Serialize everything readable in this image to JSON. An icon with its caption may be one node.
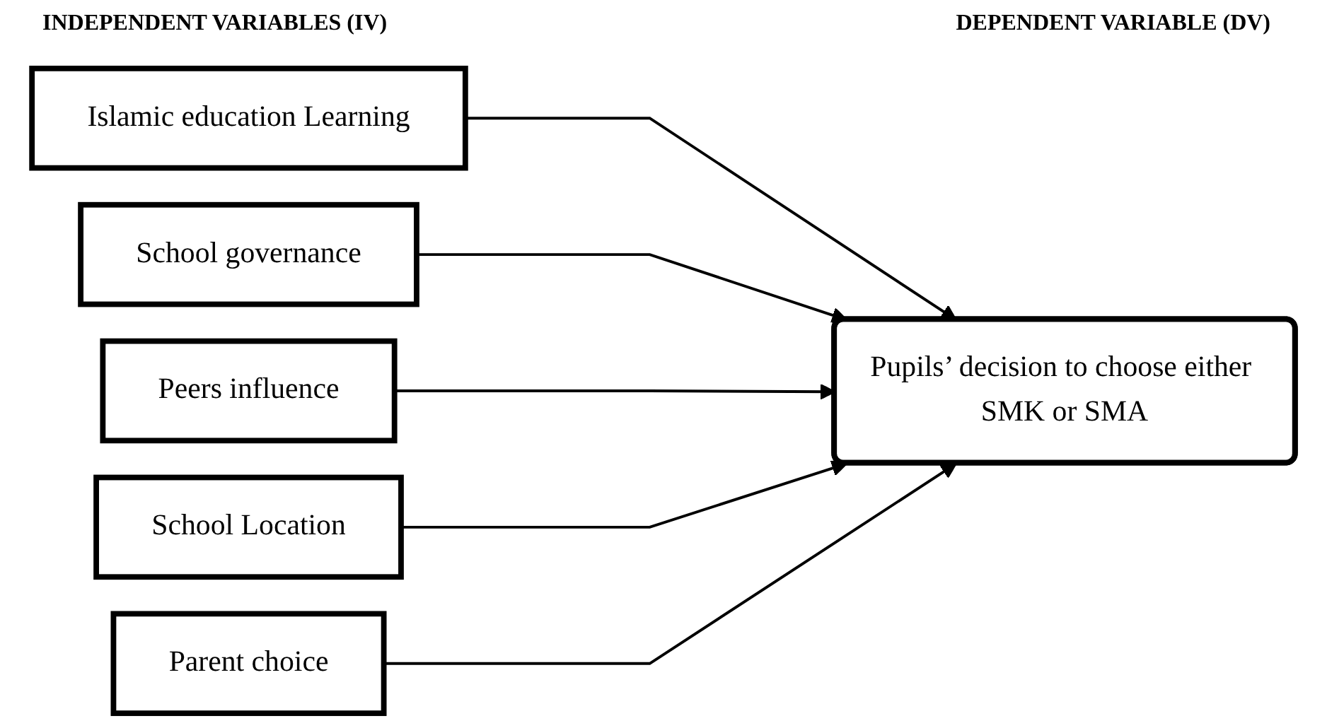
{
  "diagram": {
    "nodes": [
      {
        "text": [
          "Islamic education Learning"
        ]
      },
      {
        "text": [
          "School governance"
        ]
      },
      {
        "text": [
          "Peers influence"
        ]
      },
      {
        "text": [
          "School Location"
        ]
      },
      {
        "text": [
          "Parent choice"
        ]
      },
      {
        "text": [
          "Pupils’ decision to choose either SMK or SMA"
        ]
      }
    ],
    "edges": [
      {
        "from": 0,
        "to": 5,
        "arrow": "to"
      },
      {
        "from": 1,
        "to": 5,
        "arrow": "to"
      },
      {
        "from": 2,
        "to": 5,
        "arrow": "to"
      },
      {
        "from": 3,
        "to": 5,
        "arrow": "to"
      },
      {
        "from": 4,
        "to": 5,
        "arrow": "to"
      }
    ],
    "labels": [
      "INDEPENDENT VARIABLES (IV)",
      "DEPENDENT VARIABLE (DV)"
    ]
  }
}
